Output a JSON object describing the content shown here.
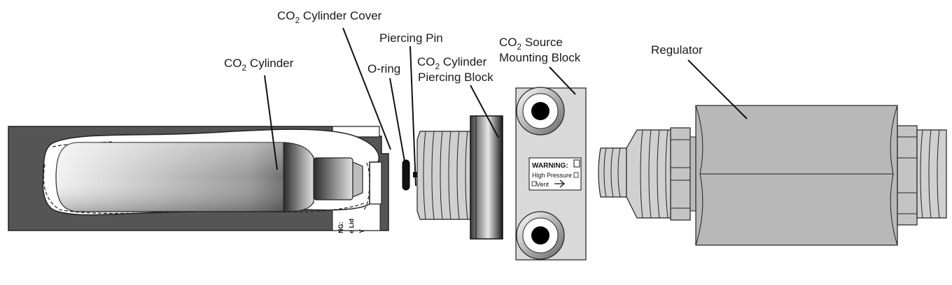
{
  "labels": {
    "cylinder_cover": {
      "pre": "CO",
      "sub": "2",
      "post": " Cylinder Cover"
    },
    "piercing_pin": "Piercing Pin",
    "source_block_line1": {
      "pre": "CO",
      "sub": "2",
      "post": " Source"
    },
    "source_block_line2": "Mounting Block",
    "regulator": "Regulator",
    "cylinder": {
      "pre": "CO",
      "sub": "2",
      "post": " Cylinder"
    },
    "o_ring": "O-ring",
    "piercing_block_line1": {
      "pre": "CO",
      "sub": "2",
      "post": " Cylinder"
    },
    "piercing_block_line2": "Piercing Block"
  },
  "warning": {
    "title": "WARNING:",
    "line1": "High Pressure",
    "line2": "Vent"
  },
  "side_text": [
    "NG:",
    "e Lid",
    "Y"
  ]
}
